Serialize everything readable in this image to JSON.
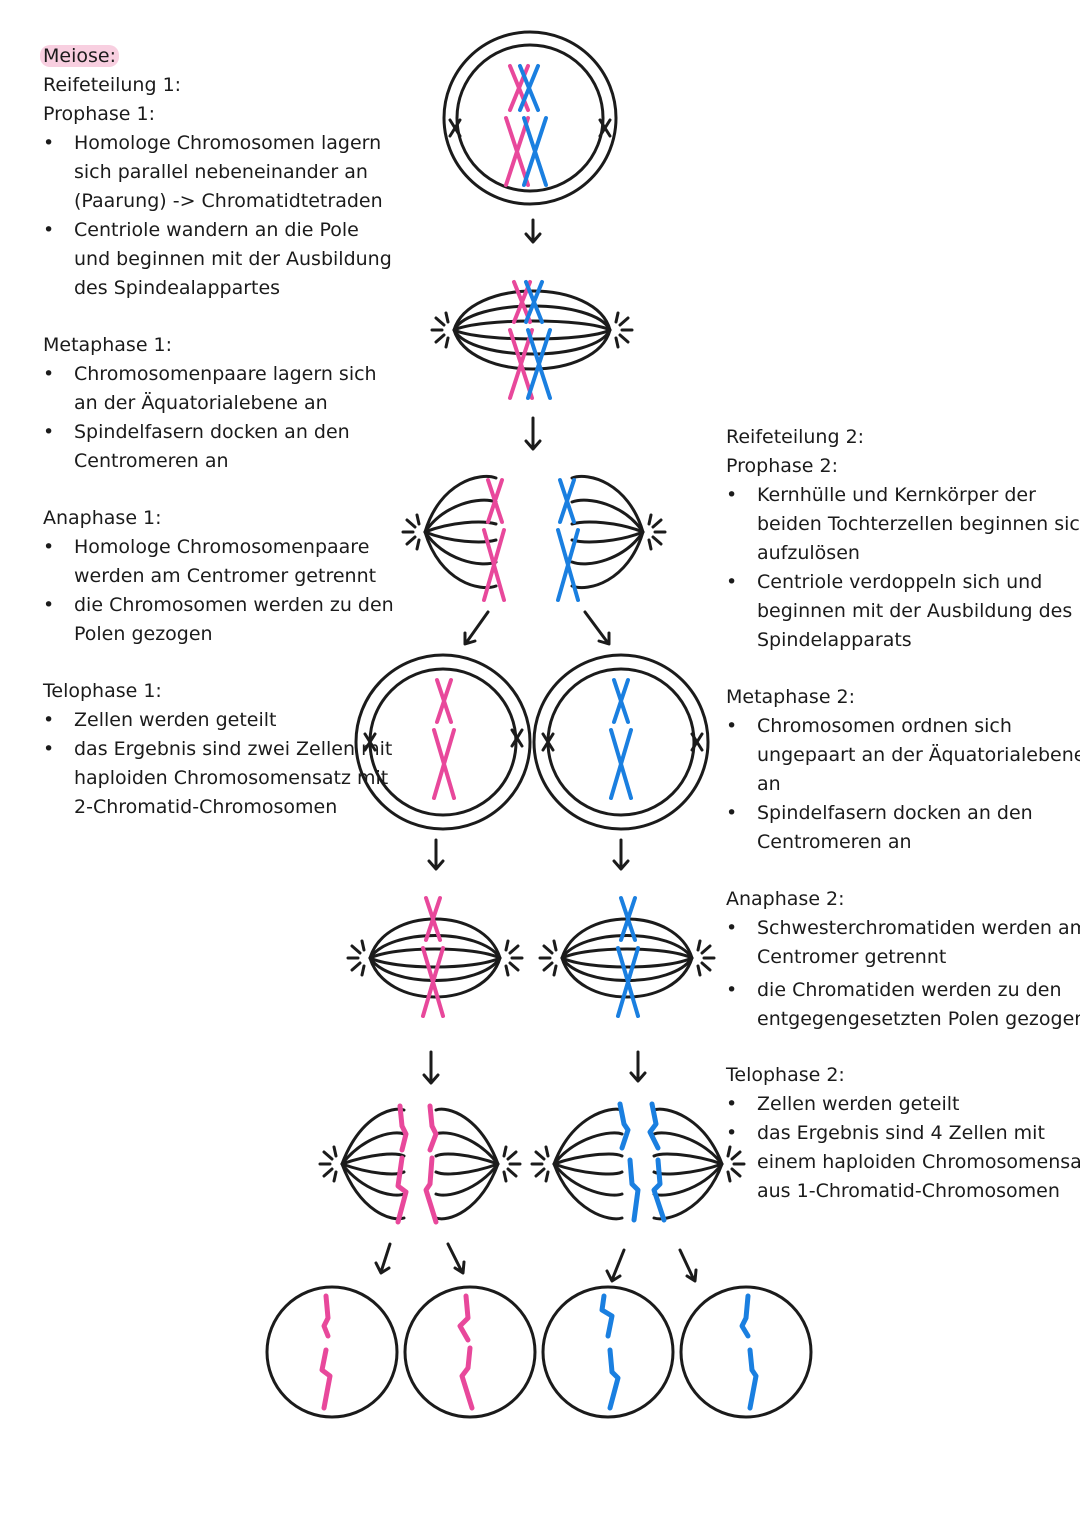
{
  "left": {
    "title": "Meiose:",
    "division1": "Reifeteilung 1:",
    "sections": [
      {
        "heading": "Prophase 1:",
        "bullets": [
          [
            "Homologe Chromosomen lagern",
            "sich parallel nebeneinander an",
            "(Paarung) -> Chromatidtetraden"
          ],
          [
            "Centriole wandern an die Pole",
            "und beginnen mit der Ausbildung",
            "des Spindealappartes"
          ]
        ]
      },
      {
        "heading": "Metaphase 1:",
        "bullets": [
          [
            "Chromosomenpaare lagern sich",
            "an der Äquatorialebene an"
          ],
          [
            "Spindelfasern docken an den",
            "Centromeren an"
          ]
        ]
      },
      {
        "heading": "Anaphase 1:",
        "bullets": [
          [
            "Homologe Chromosomenpaare",
            "werden am Centromer getrennt"
          ],
          [
            "die Chromosomen werden zu den",
            "Polen gezogen"
          ]
        ]
      },
      {
        "heading": "Telophase 1:",
        "bullets": [
          [
            "Zellen werden geteilt"
          ],
          [
            "das Ergebnis sind zwei Zellen mit",
            "haploiden Chromosomensatz mit",
            "2-Chromatid-Chromosomen"
          ]
        ]
      }
    ]
  },
  "right": {
    "division2": "Reifeteilung 2:",
    "sections": [
      {
        "heading": "Prophase 2:",
        "bullets": [
          [
            "Kernhülle und Kernkörper der",
            "beiden Tochterzellen beginnen sich",
            "aufzulösen"
          ],
          [
            "Centriole verdoppeln sich und",
            "beginnen mit der Ausbildung des",
            "Spindelapparats"
          ]
        ]
      },
      {
        "heading": "Metaphase 2:",
        "bullets": [
          [
            "Chromosomen ordnen sich",
            "ungepaart an der Äquatorialebene",
            "an"
          ],
          [
            "Spindelfasern docken an den",
            "Centromeren an"
          ]
        ]
      },
      {
        "heading": "Anaphase 2:",
        "bullets": [
          [
            "Schwesterchromatiden werden am",
            "Centromer getrennt"
          ],
          [
            "die Chromatiden werden zu den",
            "entgegengesetzten Polen gezogen"
          ]
        ]
      },
      {
        "heading": "Telophase 2:",
        "bullets": [
          [
            "Zellen werden geteilt"
          ],
          [
            "das Ergebnis sind 4 Zellen mit",
            "einem haploiden Chromosomensatz",
            "aus 1-Chromatid-Chromosomen"
          ]
        ]
      }
    ]
  },
  "colors": {
    "maternal": "#e8489b",
    "paternal": "#1a7fe0",
    "highlight": "#f8cfe0",
    "ink": "#1b1b1b"
  },
  "stages": [
    "prophase-1",
    "metaphase-1",
    "anaphase-1",
    "telophase-1",
    "metaphase-2",
    "anaphase-2",
    "telophase-2",
    "daughter-cells"
  ]
}
